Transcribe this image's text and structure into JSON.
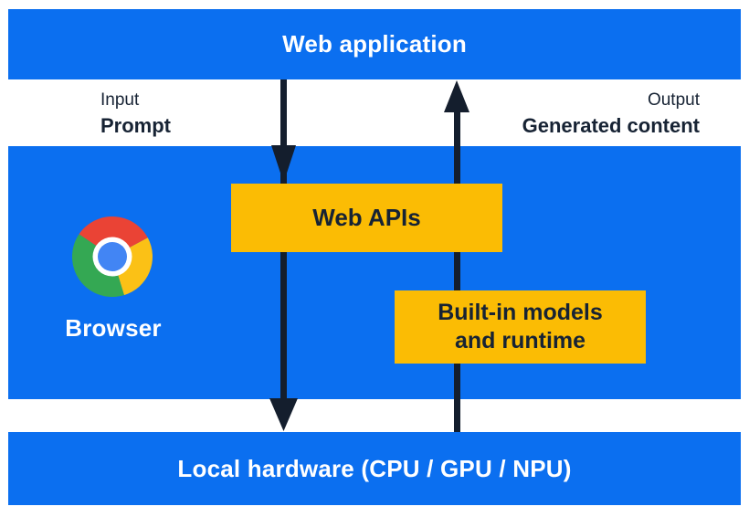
{
  "colors": {
    "panel_blue": "#0b6ff0",
    "box_yellow": "#fbbc04",
    "text_navy": "#172334",
    "arrow_navy": "#141e2d",
    "chrome_red": "#ea4335",
    "chrome_yellow": "#fbc116",
    "chrome_green": "#34a853",
    "chrome_blue": "#4285f4"
  },
  "layers": {
    "web_application": "Web application",
    "local_hardware": "Local hardware (CPU / GPU / NPU)"
  },
  "flow_labels": {
    "input_title": "Input",
    "input_value": "Prompt",
    "output_title": "Output",
    "output_value": "Generated content"
  },
  "browser": {
    "label": "Browser"
  },
  "boxes": {
    "web_apis": "Web APIs",
    "builtin_line1": "Built-in models",
    "builtin_line2": "and runtime"
  },
  "icons": {
    "chrome_logo": "chrome-logo-icon",
    "down_arrow": "arrow-down-icon",
    "up_arrow": "arrow-up-icon"
  }
}
